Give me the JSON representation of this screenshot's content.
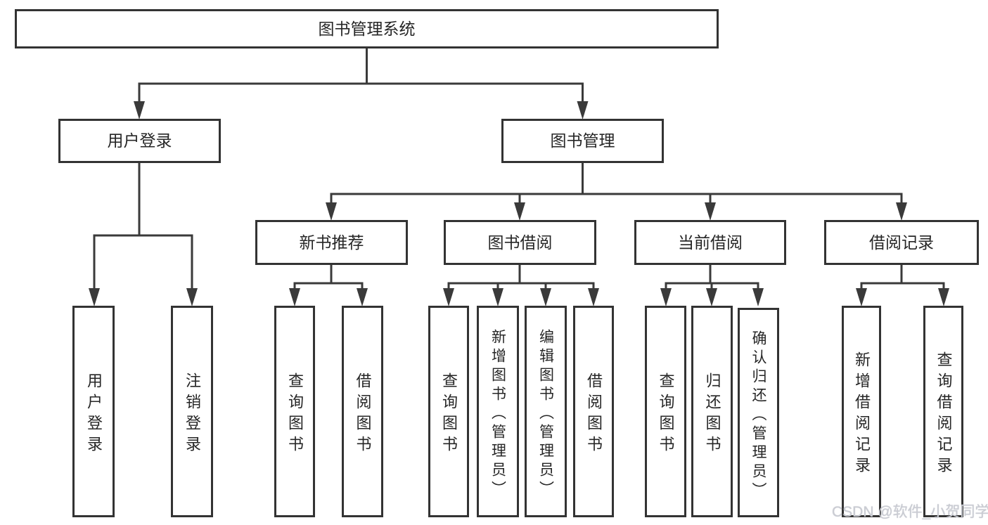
{
  "root": {
    "label": "图书管理系统"
  },
  "level2": [
    {
      "label": "用户登录"
    },
    {
      "label": "图书管理"
    }
  ],
  "level3": [
    {
      "label": "新书推荐"
    },
    {
      "label": "图书借阅"
    },
    {
      "label": "当前借阅"
    },
    {
      "label": "借阅记录"
    }
  ],
  "leaves": {
    "user_login": [
      {
        "label": "用户登录"
      },
      {
        "label": "注销登录"
      }
    ],
    "new_book": [
      {
        "label": "查询图书"
      },
      {
        "label": "借阅图书"
      }
    ],
    "book_borrow": [
      {
        "label": "查询图书"
      },
      {
        "label": "新增图书（管理员）"
      },
      {
        "label": "编辑图书（管理员）"
      },
      {
        "label": "借阅图书"
      }
    ],
    "current_borrow": [
      {
        "label": "查询图书"
      },
      {
        "label": "归还图书"
      },
      {
        "label": "确认归还（管理员）"
      }
    ],
    "borrow_record": [
      {
        "label": "新增借阅记录"
      },
      {
        "label": "查询借阅记录"
      }
    ]
  },
  "watermark": {
    "text": "CSDN @软件_小贺同学"
  },
  "colors": {
    "line": "#3a3a3a",
    "box_border": "#333333",
    "text": "#262626",
    "watermark": "#caccd3",
    "background": "#ffffff"
  }
}
